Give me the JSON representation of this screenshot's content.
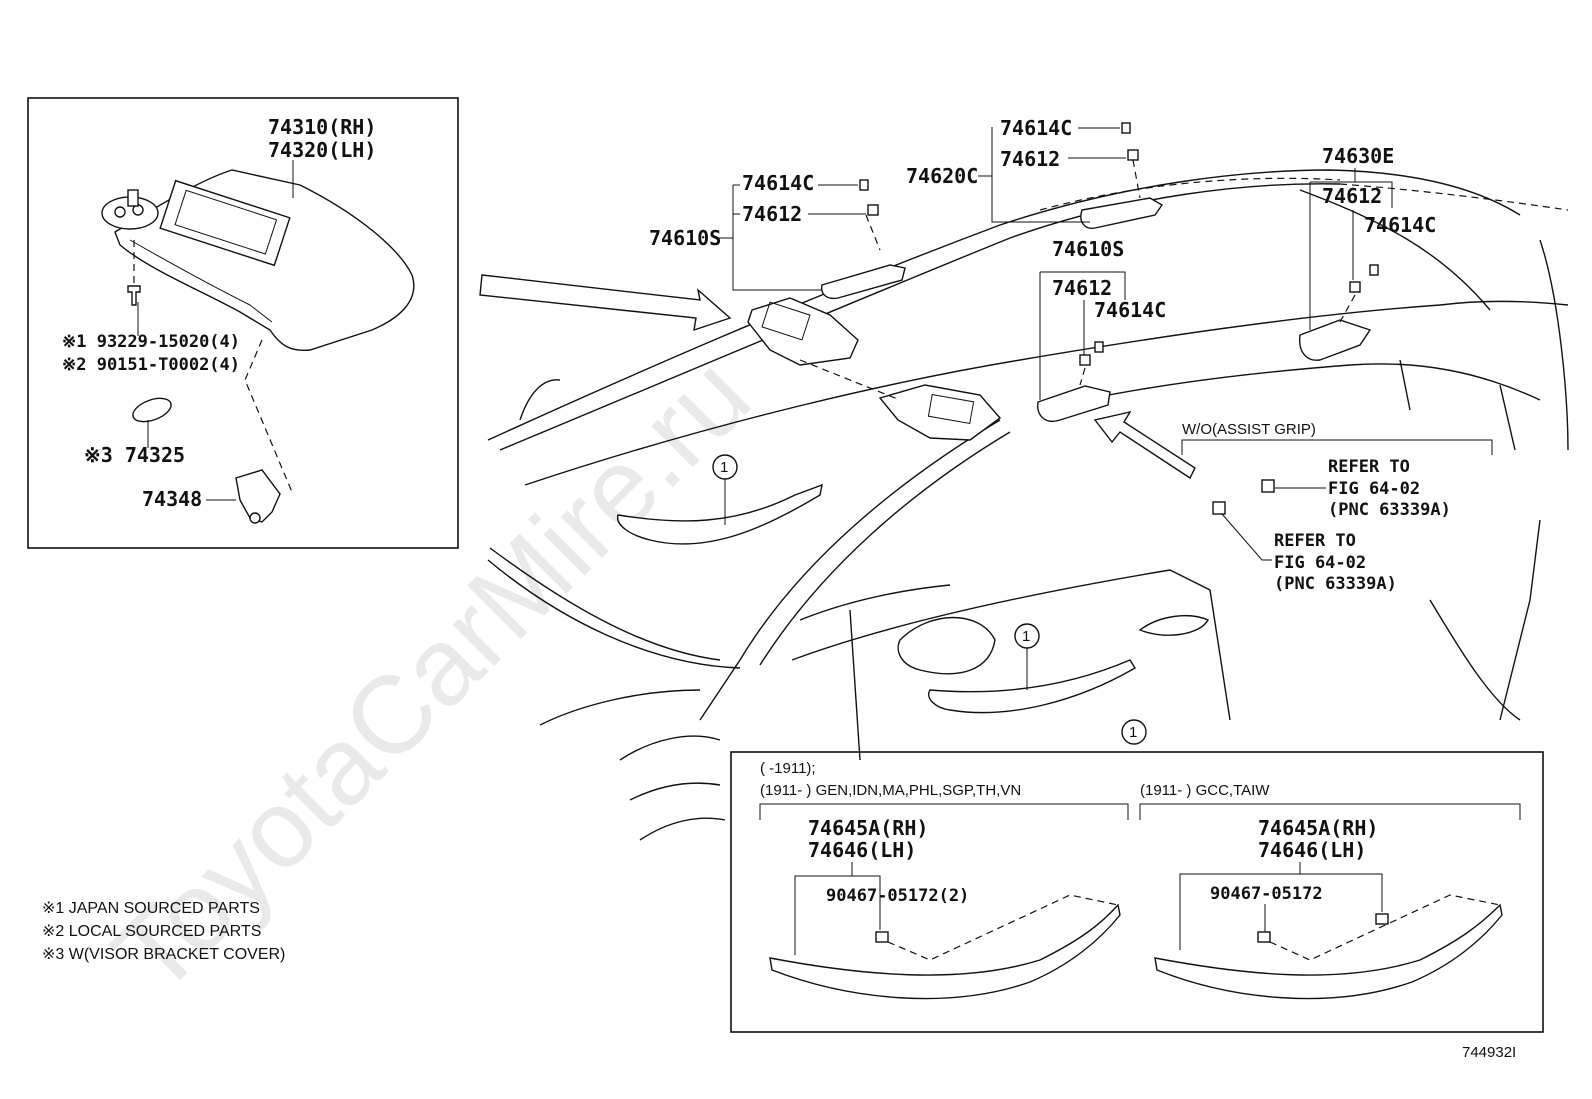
{
  "watermark": "ToyotaCarMire.ru",
  "figure_id": "744932I",
  "inset": {
    "visor_pn": [
      "74310(RH)",
      "74320(LH)"
    ],
    "screw_pn": [
      "※1 93229-15020(4)",
      "※2 90151-T0002(4)"
    ],
    "cover_pn": "※3 74325",
    "bracket_pn": "74348"
  },
  "main": {
    "lbl_74610S_left": "74610S",
    "lbl_74614C_a": "74614C",
    "lbl_74612_a": "74612",
    "lbl_74620C": "74620C",
    "lbl_74614C_b": "74614C",
    "lbl_74612_b": "74612",
    "lbl_74610S_mid": "74610S",
    "lbl_74612_c": "74612",
    "lbl_74614C_c": "74614C",
    "lbl_74630E": "74630E",
    "lbl_74612_d": "74612",
    "lbl_74614C_d": "74614C",
    "wo_assist_grip": "W/O(ASSIST GRIP)",
    "refer_1": [
      "REFER TO",
      "FIG 64-02",
      "(PNC 63339A)"
    ],
    "refer_2": [
      "REFER TO",
      "FIG 64-02",
      "(PNC 63339A)"
    ],
    "callout": "1"
  },
  "bottom_panel": {
    "header_line1": "(      -1911);",
    "header_left": "(1911-       ) GEN,IDN,MA,PHL,SGP,TH,VN",
    "header_right": "(1911-       ) GCC,TAIW",
    "left_pn": [
      "74645A(RH)",
      "74646(LH)"
    ],
    "left_clip": "90467-05172(2)",
    "right_pn": [
      "74645A(RH)",
      "74646(LH)"
    ],
    "right_clip": "90467-05172"
  },
  "notes": [
    "※1 JAPAN SOURCED PARTS",
    "※2 LOCAL SOURCED PARTS",
    "※3 W(VISOR BRACKET COVER)"
  ]
}
